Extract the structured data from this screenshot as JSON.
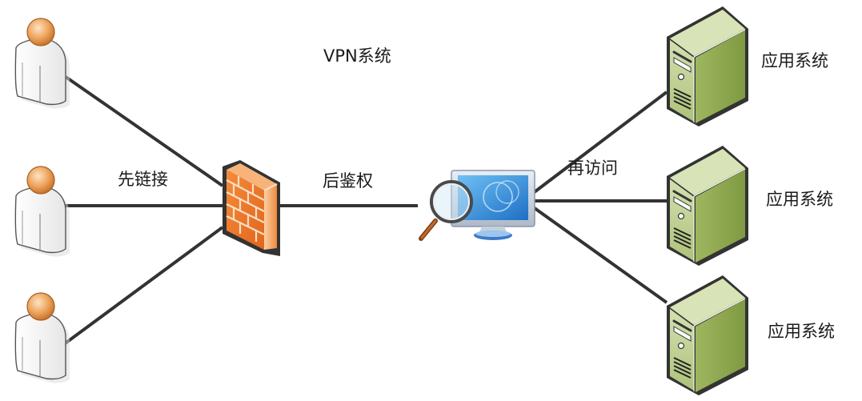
{
  "diagram": {
    "title": "VPN系统",
    "edge_labels": {
      "connect": "先链接",
      "authenticate": "后鉴权",
      "access": "再访问"
    },
    "nodes": {
      "users": [
        {
          "id": "user-1",
          "type": "user"
        },
        {
          "id": "user-2",
          "type": "user"
        },
        {
          "id": "user-3",
          "type": "user"
        }
      ],
      "firewall": {
        "id": "firewall",
        "type": "firewall"
      },
      "auth": {
        "id": "auth-server",
        "type": "monitor-with-magnifier"
      },
      "apps": [
        {
          "id": "app-1",
          "type": "server",
          "label": "应用系统"
        },
        {
          "id": "app-2",
          "type": "server",
          "label": "应用系统"
        },
        {
          "id": "app-3",
          "type": "server",
          "label": "应用系统"
        }
      ]
    },
    "edges": [
      {
        "from": "user-1",
        "to": "firewall"
      },
      {
        "from": "user-2",
        "to": "firewall"
      },
      {
        "from": "user-3",
        "to": "firewall"
      },
      {
        "from": "firewall",
        "to": "auth-server"
      },
      {
        "from": "auth-server",
        "to": "app-1"
      },
      {
        "from": "auth-server",
        "to": "app-2"
      },
      {
        "from": "auth-server",
        "to": "app-3"
      }
    ],
    "colors": {
      "line": "#333333",
      "user_head": "#e8a25a",
      "user_body": "#f4f4f4",
      "firewall": "#f07a2c",
      "server": "#a9bf6e",
      "monitor": "#3b8fd8"
    }
  }
}
